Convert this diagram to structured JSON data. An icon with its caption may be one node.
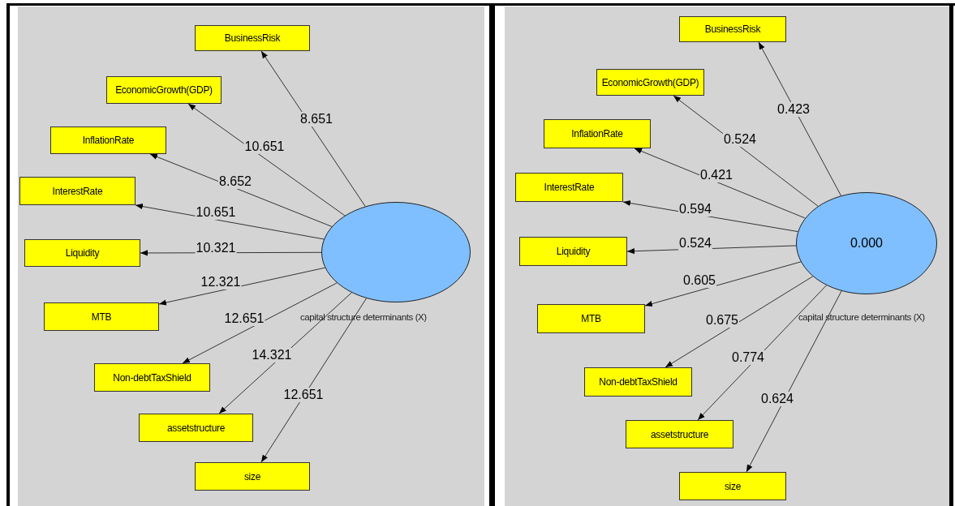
{
  "diagram": {
    "nodes": [
      {
        "text": [
          "BusinessRisk"
        ]
      },
      {
        "text": [
          "EconomicGrowth(GDP)"
        ]
      },
      {
        "text": [
          "InflationRate"
        ]
      },
      {
        "text": [
          "InterestRate"
        ]
      },
      {
        "text": [
          "Liquidity"
        ]
      },
      {
        "text": [
          "MTB"
        ]
      },
      {
        "text": [
          "Non-debtTaxShield"
        ]
      },
      {
        "text": [
          "assetstructure"
        ]
      },
      {
        "text": [
          "size"
        ]
      },
      {
        "text": [],
        "shape": "ellipse",
        "beside": [
          "capital structure determinants (X)"
        ]
      },
      {
        "text": [
          "BusinessRisk"
        ]
      },
      {
        "text": [
          "EconomicGrowth(GDP)"
        ]
      },
      {
        "text": [
          "InflationRate"
        ]
      },
      {
        "text": [
          "InterestRate"
        ]
      },
      {
        "text": [
          "Liquidity"
        ]
      },
      {
        "text": [
          "MTB"
        ]
      },
      {
        "text": [
          "Non-debtTaxShield"
        ]
      },
      {
        "text": [
          "assetstructure"
        ]
      },
      {
        "text": [
          "size"
        ]
      },
      {
        "text": [
          "0.000"
        ],
        "beside": [
          "capital structure determinants (X)"
        ]
      }
    ],
    "edges": [
      {
        "from": 9,
        "to": 0,
        "arrow": "to",
        "label": "8.651"
      },
      {
        "from": 9,
        "to": 1,
        "arrow": "to",
        "label": "10.651"
      },
      {
        "from": 9,
        "to": 2,
        "arrow": "to",
        "label": "8.652"
      },
      {
        "from": 9,
        "to": 3,
        "arrow": "to",
        "label": "10.651"
      },
      {
        "from": 9,
        "to": 4,
        "arrow": "to",
        "label": "10.321"
      },
      {
        "from": 9,
        "to": 5,
        "arrow": "to",
        "label": "12.321"
      },
      {
        "from": 9,
        "to": 6,
        "arrow": "to",
        "label": "12.651"
      },
      {
        "from": 9,
        "to": 7,
        "arrow": "to",
        "label": "14.321"
      },
      {
        "from": 9,
        "to": 8,
        "arrow": "to",
        "label": "12.651"
      },
      {
        "from": 19,
        "to": 10,
        "arrow": "to",
        "label": "0.423"
      },
      {
        "from": 19,
        "to": 11,
        "arrow": "to",
        "label": "0.524"
      },
      {
        "from": 19,
        "to": 12,
        "arrow": "to",
        "label": "0.421"
      },
      {
        "from": 19,
        "to": 13,
        "arrow": "to",
        "label": "0.594"
      },
      {
        "from": 19,
        "to": 14,
        "arrow": "to",
        "label": "0.524"
      },
      {
        "from": 19,
        "to": 15,
        "arrow": "to",
        "label": "0.605"
      },
      {
        "from": 19,
        "to": 16,
        "arrow": "to",
        "label": "0.675"
      },
      {
        "from": 19,
        "to": 17,
        "arrow": "to",
        "label": "0.774"
      },
      {
        "from": 19,
        "to": 18,
        "arrow": "to",
        "label": "0.624"
      }
    ]
  }
}
